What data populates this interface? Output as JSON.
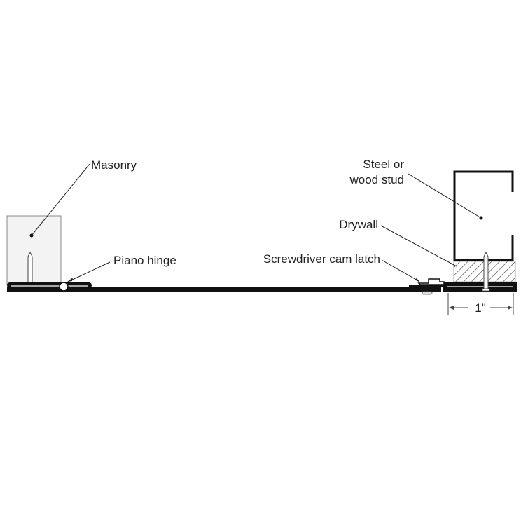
{
  "diagram": {
    "labels": {
      "masonry": "Masonry",
      "piano_hinge": "Piano hinge",
      "stud_line1": "Steel or",
      "stud_line2": "wood stud",
      "drywall": "Drywall",
      "cam_latch": "Screwdriver cam latch",
      "dimension": "1\""
    },
    "colors": {
      "line": "#111111",
      "masonry_fill": "#f2f2f2",
      "text": "#222222"
    }
  }
}
